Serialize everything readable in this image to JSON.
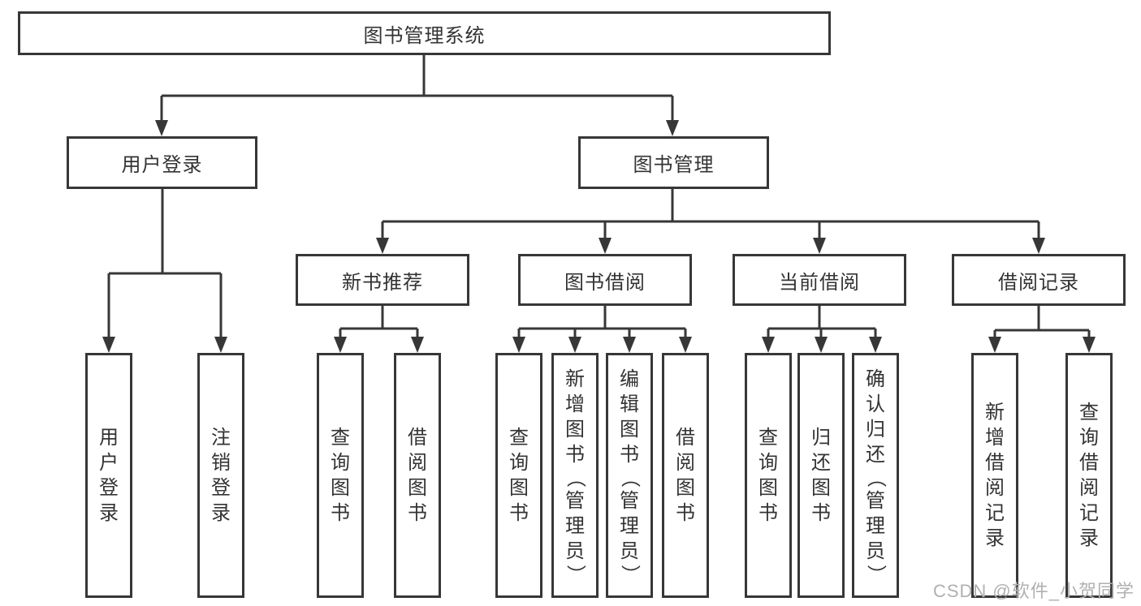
{
  "root": {
    "label": "图书管理系统"
  },
  "level2": [
    {
      "label": "用户登录"
    },
    {
      "label": "图书管理"
    }
  ],
  "level3": [
    {
      "label": "新书推荐"
    },
    {
      "label": "图书借阅"
    },
    {
      "label": "当前借阅"
    },
    {
      "label": "借阅记录"
    }
  ],
  "leaves": {
    "userLogin": [
      {
        "label": "用户登录"
      },
      {
        "label": "注销登录"
      }
    ],
    "newBookRecommendation": [
      {
        "label": "查询图书"
      },
      {
        "label": "借阅图书"
      }
    ],
    "bookBorrowing": [
      {
        "label": "查询图书"
      },
      {
        "label": "新增图书（管理员）"
      },
      {
        "label": "编辑图书（管理员）"
      },
      {
        "label": "借阅图书"
      }
    ],
    "currentBorrowing": [
      {
        "label": "查询图书"
      },
      {
        "label": "归还图书"
      },
      {
        "label": "确认归还（管理员）"
      }
    ],
    "borrowingRecords": [
      {
        "label": "新增借阅记录"
      },
      {
        "label": "查询借阅记录"
      }
    ]
  },
  "watermark": "CSDN @软件_小贺同学",
  "colors": {
    "line": "#373737",
    "text": "#333333",
    "watermark": "#b0b0b0",
    "background": "#ffffff"
  }
}
